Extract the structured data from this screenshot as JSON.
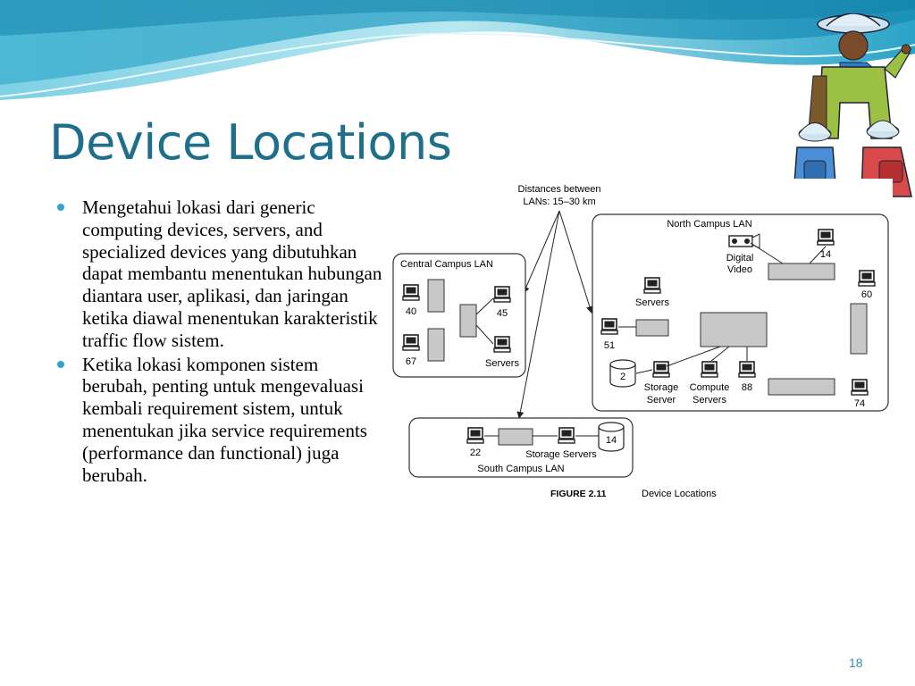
{
  "slide": {
    "title": "Device Locations",
    "page_number": "18"
  },
  "bullets": [
    "Mengetahui lokasi dari generic computing devices, servers, and specialized devices yang dibutuhkan dapat membantu menentukan hubungan diantara user, aplikasi, dan jaringan  ketika diawal menentukan karakteristik traffic flow sistem.",
    "Ketika lokasi komponen sistem berubah, penting untuk mengevaluasi kembali requirement sistem, untuk menentukan jika service requirements (performance dan functional) juga berubah."
  ],
  "figure": {
    "distances_line1": "Distances between",
    "distances_line2": "LANs: 15–30 km",
    "central": {
      "label": "Central Campus LAN",
      "n40": "40",
      "n67": "67",
      "n45": "45",
      "servers": "Servers"
    },
    "north": {
      "label": "North Campus LAN",
      "digital": "Digital",
      "video": "Video",
      "n14": "14",
      "n60": "60",
      "servers": "Servers",
      "n51": "51",
      "n2": "2",
      "storage": "Storage",
      "server": "Server",
      "compute": "Compute",
      "compute_servers": "Servers",
      "n88": "88",
      "n74": "74"
    },
    "south": {
      "label": "South Campus LAN",
      "n22": "22",
      "storage_servers": "Storage Servers",
      "n14": "14"
    },
    "caption_label": "FIGURE 2.11",
    "caption_text": "Device Locations"
  },
  "colors": {
    "title": "#1f6f8b",
    "bullet": "#2fa7c9",
    "wave_dark": "#1e8fb5",
    "wave_light": "#9ad9e8"
  }
}
